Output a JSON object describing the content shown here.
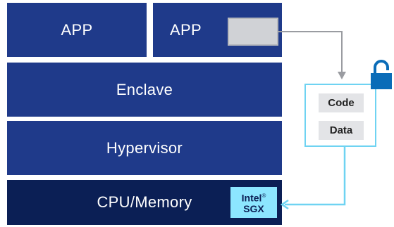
{
  "diagram": {
    "app_left": "APP",
    "app_right": "APP",
    "enclave": "Enclave",
    "hypervisor": "Hypervisor",
    "cpu_memory": "CPU/Memory",
    "sgx_line1": "Intel",
    "sgx_reg": "®",
    "sgx_line2": "SGX",
    "code_label": "Code",
    "data_label": "Data"
  },
  "colors": {
    "block_blue": "#1f3a8a",
    "block_navy": "#0b1f55",
    "accent_cyan": "#6fd3f2",
    "lock_blue": "#0a6cb8",
    "connector_gray": "#9a9ca1"
  },
  "icons": {
    "lock": "lock-icon"
  }
}
